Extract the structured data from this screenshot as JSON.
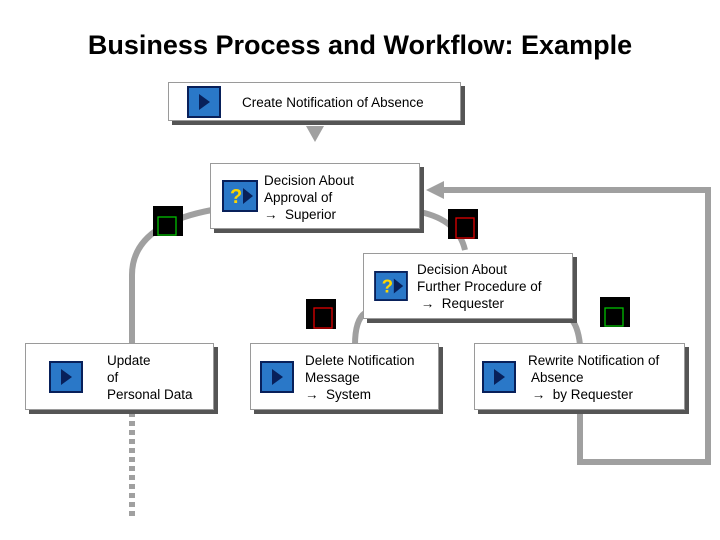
{
  "title": "Business Process and Workflow: Example",
  "steps": {
    "create": {
      "lines": [
        "Create Notification of Absence"
      ],
      "icon": "activity-icon"
    },
    "approval": {
      "lines": [
        "Decision About",
        "Approval of",
        "→  Superior"
      ],
      "icon": "decision-icon"
    },
    "further": {
      "lines": [
        "Decision About",
        "Further Procedure of",
        " →  Requester"
      ],
      "icon": "decision-icon"
    },
    "update": {
      "lines": [
        "Update",
        "of",
        "Personal Data"
      ],
      "icon": "activity-icon"
    },
    "delete": {
      "lines": [
        "Delete Notification",
        "Message",
        "→  System"
      ],
      "icon": "activity-icon"
    },
    "rewrite": {
      "lines": [
        "Rewrite Notification of",
        " Absence",
        " →  by Requester"
      ],
      "icon": "activity-icon"
    }
  },
  "outcomes": {
    "approved": "green",
    "rejected": "red",
    "delete": "red",
    "rewrite": "green"
  },
  "colors": {
    "connector": "#a0a0a0",
    "icon_blue": "#2a78c8",
    "icon_dark": "#08205a",
    "outcome_green": "#00c000",
    "outcome_red": "#e00000"
  }
}
